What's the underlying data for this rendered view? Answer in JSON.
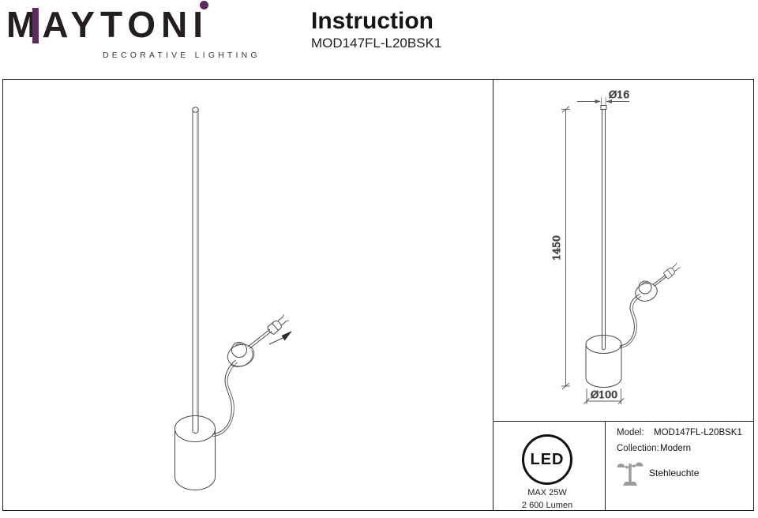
{
  "header": {
    "brand": "MAYTONI",
    "brand_tagline": "DECORATIVE LIGHTING",
    "title": "Instruction",
    "model": "MOD147FL-L20BSK1"
  },
  "drawing_dims": {
    "top_diameter": "Ø16",
    "height": "1450",
    "base_diameter": "Ø100"
  },
  "spec": {
    "led": "LED",
    "max_power": "MAX 25W",
    "luminous_flux": "2 600 Lumen",
    "model_label": "Model:",
    "model_value": "MOD147FL-L20BSK1",
    "collection_label": "Collection:",
    "collection_value": "Modern",
    "type_value": "Stehleuchte"
  },
  "colors": {
    "accent_purple": "#5e2a60",
    "line_dark": "#1f1f1f",
    "drawing_stroke": "#4a4a4a",
    "icon_gray": "#9b9b9b"
  }
}
